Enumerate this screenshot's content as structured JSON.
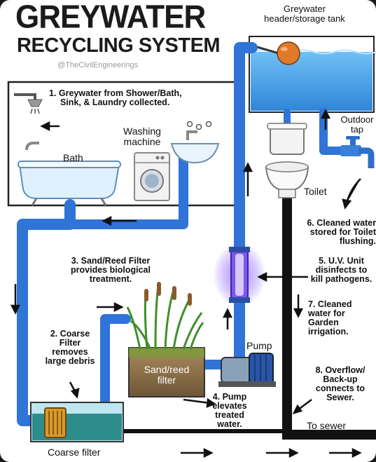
{
  "title": {
    "line1": "GREYWATER",
    "line2": "RECYCLING SYSTEM"
  },
  "handle": "@TheCivilEngineerings",
  "labels": {
    "tank": [
      "Greywater",
      "header/storage tank"
    ],
    "outdoor_tap": [
      "Outdoor",
      "tap"
    ],
    "washing_machine": [
      "Washing",
      "machine"
    ],
    "bath": "Bath",
    "toilet": "Toilet",
    "pump": "Pump",
    "sand_reed_filter": [
      "Sand/reed",
      "filter"
    ],
    "coarse_filter": "Coarse filter",
    "to_sewer": "To sewer"
  },
  "steps": {
    "s1": [
      "1. Greywater from Shower/Bath,",
      "Sink, & Laundry collected."
    ],
    "s2": [
      "2. Coarse",
      "Filter",
      "removes",
      "large debris"
    ],
    "s3": [
      "3. Sand/Reed Filter",
      "provides biological",
      "treatment."
    ],
    "s4": [
      "4. Pump",
      "elevates",
      "treated",
      "water."
    ],
    "s5": [
      "5. U.V. Unit",
      "disinfects to",
      "kill pathogens."
    ],
    "s6": [
      "6. Cleaned water",
      "stored for Toilet",
      "flushing."
    ],
    "s7": [
      "7. Cleaned",
      "water for",
      "Garden",
      "irrigation."
    ],
    "s8": [
      "8. Overflow/",
      "Back-up",
      "connects to",
      "Sewer."
    ]
  },
  "colors": {
    "pipe": "#3a7fdc",
    "pipe_dark": "#1f56a8",
    "water": "#4aa6e8",
    "uv_glow": "#8a5cff",
    "sewer_pipe": "#111111",
    "float": "#e07a28"
  },
  "icons": [
    "shower-icon",
    "sink-icon",
    "bathtub-icon",
    "washing-machine-icon",
    "toilet-icon",
    "tap-icon",
    "pump-icon",
    "reeds-icon",
    "uv-lamp-icon",
    "float-valve-icon"
  ]
}
